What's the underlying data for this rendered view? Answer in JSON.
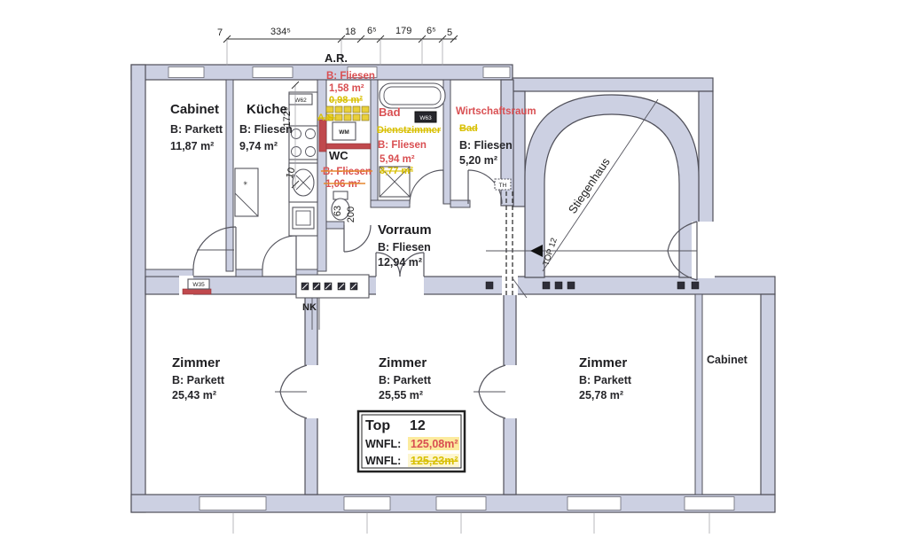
{
  "plan": {
    "dim_top": [
      "7",
      "334⁵",
      "18",
      "6⁵",
      "179",
      "6⁵",
      "5"
    ],
    "dim_left_1": "172⁵",
    "dim_left_2": "10",
    "dim_wc_1": "63",
    "dim_wc_2": "200",
    "rooms": {
      "cabinet_tl": {
        "name": "Cabinet",
        "floor": "B: Parkett",
        "area": "11,87 m²"
      },
      "kueche": {
        "name": "Küche",
        "floor": "B: Fliesen",
        "area": "9,74 m²"
      },
      "ar": {
        "name": "A.R.",
        "floor_new": "B: Fliesen",
        "area_new": "1,58 m²",
        "area_old": "0,98 m²",
        "note_old": "A.S."
      },
      "wc": {
        "name": "WC",
        "floor_old": "B: Fliesen",
        "area_old": "1,06 m²"
      },
      "bad": {
        "name_new": "Bad",
        "name_old": "Dienstzimmer",
        "floor_new": "B: Fliesen",
        "area_new": "5,94 m²",
        "area_old": "3,77 m²"
      },
      "wirtschaftsraum": {
        "name_new": "Wirtschaftsraum",
        "name_old": "Bad",
        "floor": "B: Fliesen",
        "area": "5,20 m²"
      },
      "vorraum": {
        "name": "Vorraum",
        "floor": "B: Fliesen",
        "area": "12,94 m²"
      },
      "stiegenhaus": {
        "name": "Stiegenhaus"
      },
      "zimmer_left": {
        "name": "Zimmer",
        "floor": "B: Parkett",
        "area": "25,43 m²"
      },
      "zimmer_mid": {
        "name": "Zimmer",
        "floor": "B: Parkett",
        "area": "25,55 m²"
      },
      "zimmer_right": {
        "name": "Zimmer",
        "floor": "B: Parkett",
        "area": "25,78 m²"
      },
      "cabinet_r": {
        "name": "Cabinet"
      }
    },
    "labels": {
      "nk": "NK",
      "w35": "W35",
      "wm": "WM",
      "w63": "W63",
      "w62": "W62",
      "th": "TH",
      "entrance": "TOP 12"
    },
    "info_box": {
      "unit": "Top",
      "number": "12",
      "wnfl1_label": "WNFL:",
      "wnfl1_value": "125,08m²",
      "wnfl2_label": "WNFL:",
      "wnfl2_value": "125,23m²"
    },
    "colors": {
      "wall": "#ccd0e2",
      "annotation_new": "#d94f52",
      "annotation_old": "#d8bf00",
      "highlight": "#fceb9e"
    }
  }
}
